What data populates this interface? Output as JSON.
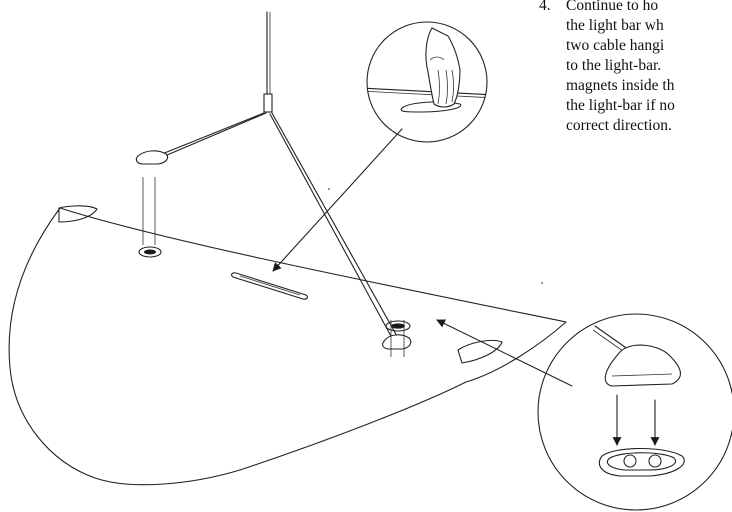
{
  "instruction": {
    "step_number": "4.",
    "lines": [
      "Continue to ho",
      "the light bar wh",
      "two cable hangi",
      "to the light-bar.",
      "magnets inside th",
      "the light-bar if no",
      "correct direction."
    ]
  },
  "colors": {
    "ink": "#1a1a1a",
    "paper": "#ffffff"
  }
}
